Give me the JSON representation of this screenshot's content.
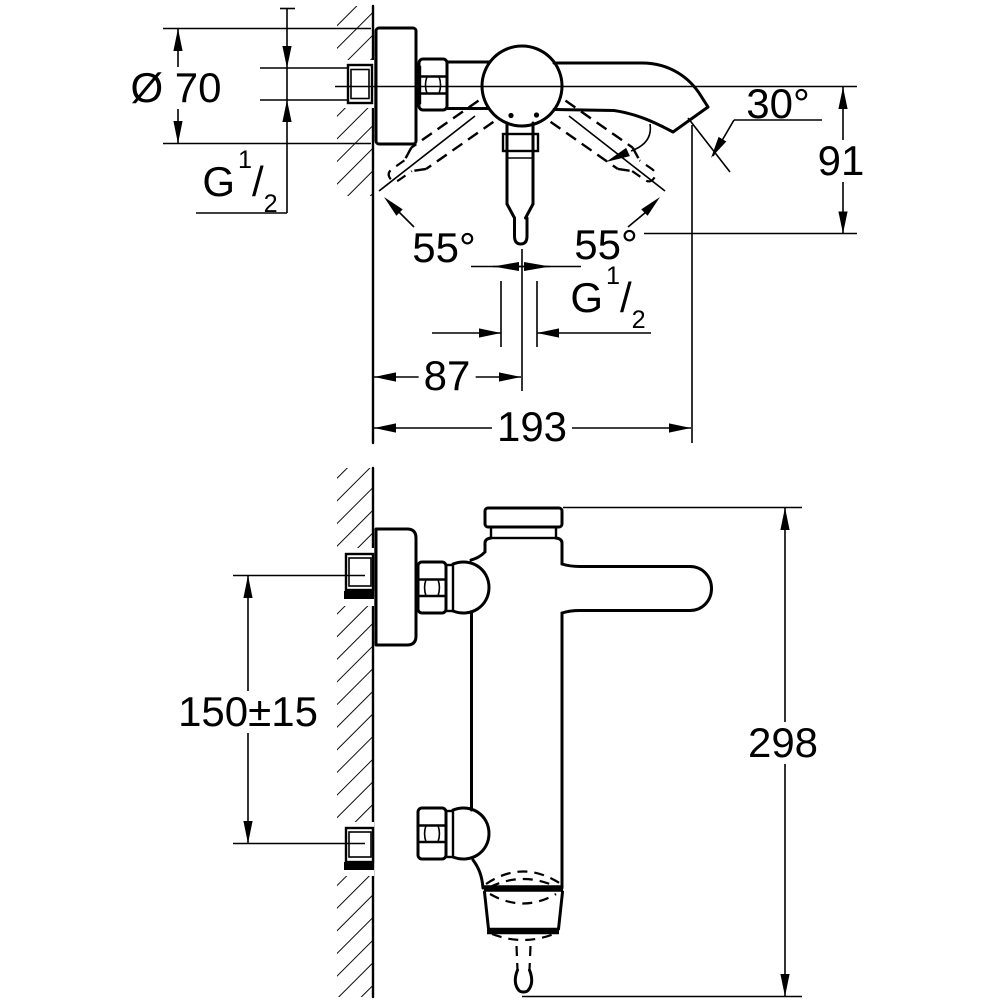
{
  "colors": {
    "background": "#ffffff",
    "line": "#000000"
  },
  "drawing": {
    "labels": {
      "diameter": "Ø 70",
      "thread_wall": {
        "base": "G",
        "numerator": "1",
        "slash": "/",
        "denominator": "2"
      },
      "swing_angle_left": "55°",
      "swing_angle_right": "55°",
      "spout_angle": "30°",
      "height_axis_to_lever_tip": "91",
      "thread_outlet": {
        "base": "G",
        "numerator": "1",
        "slash": "/",
        "denominator": "2"
      },
      "wall_to_outlet_axis": "87",
      "projection": "193",
      "connection_spacing": "150±15",
      "overall_height": "298"
    }
  }
}
